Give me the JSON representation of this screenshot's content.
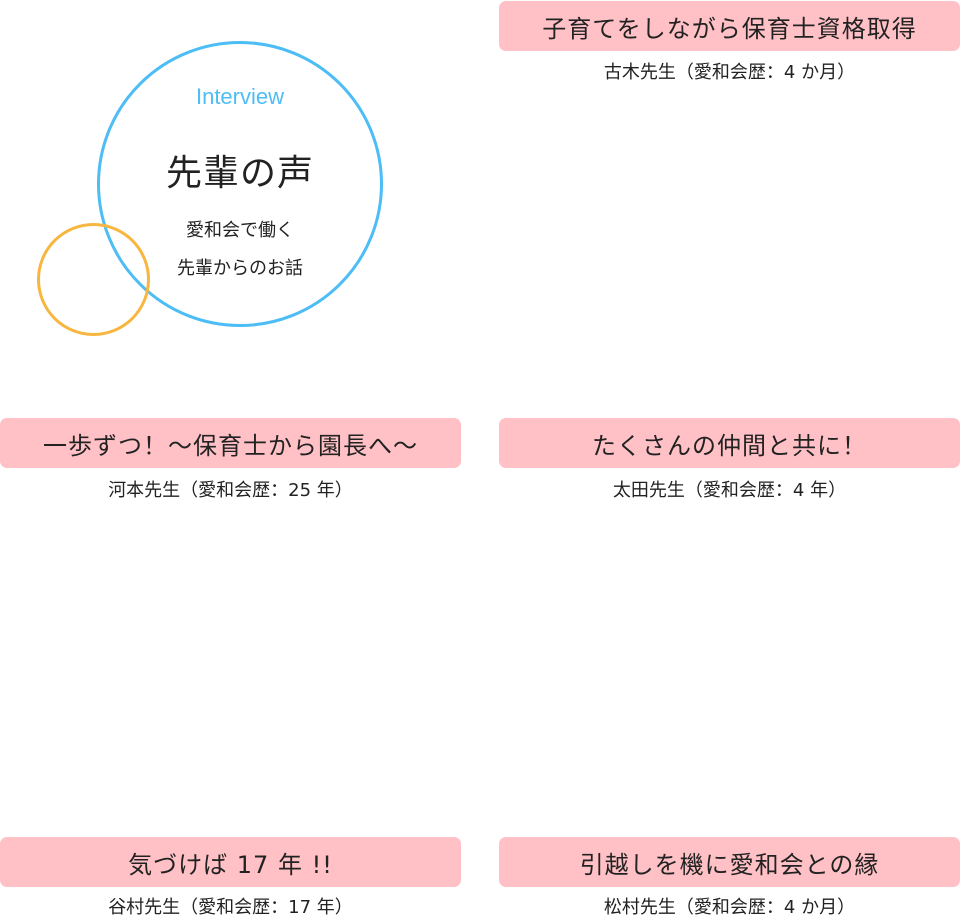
{
  "hero": {
    "eyebrow": "Interview",
    "title": "先輩の声",
    "subtitle_line1": "愛和会で働く",
    "subtitle_line2": "先輩からのお話"
  },
  "interviews": [
    {
      "title": "子育てをしながら保育士資格取得",
      "person": "古木先生（愛和会歴：4 か月）"
    },
    {
      "title": "一歩ずつ！～保育士から園長へ～",
      "person": "河本先生（愛和会歴：25 年）"
    },
    {
      "title": "たくさんの仲間と共に！",
      "person": "太田先生（愛和会歴：4 年）"
    },
    {
      "title": "気づけば 17 年 !!",
      "person": "谷村先生（愛和会歴：17 年）"
    },
    {
      "title": "引越しを機に愛和会との縁",
      "person": "松村先生（愛和会歴：4 か月）"
    }
  ],
  "colors": {
    "accent_blue": "#4dbdf5",
    "accent_orange": "#f7b63f",
    "title_pink": "#ffc1c6"
  }
}
